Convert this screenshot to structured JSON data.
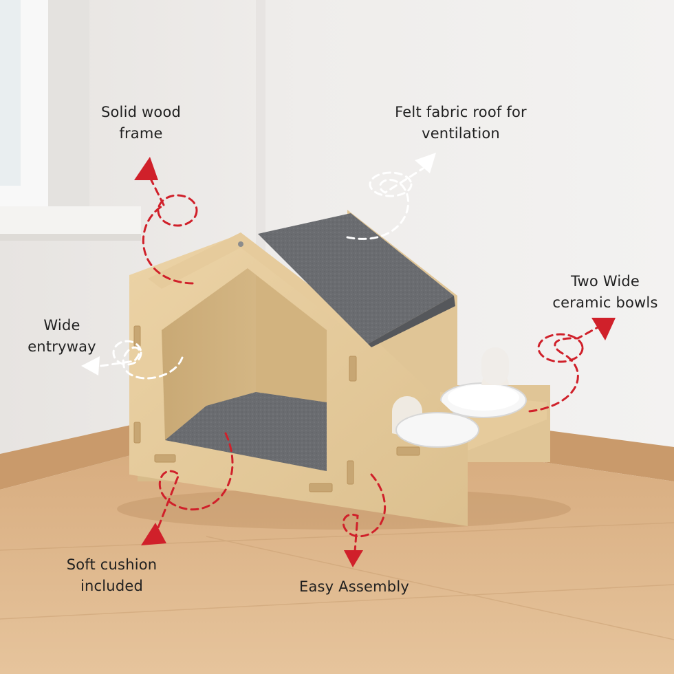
{
  "annotations": {
    "wood_frame": [
      "Solid wood",
      "frame"
    ],
    "felt_roof": [
      "Felt fabric roof for",
      "ventilation"
    ],
    "bowls": [
      "Two Wide",
      "ceramic bowls"
    ],
    "entryway": [
      "Wide",
      "entryway"
    ],
    "cushion": [
      "Soft cushion",
      "included"
    ],
    "assembly": [
      "Easy Assembly"
    ]
  },
  "colors": {
    "arrow_red": "#d0202a",
    "arrow_white": "#ffffff",
    "wood": "#e3c89a",
    "felt": "#6d6f73",
    "wall": "#efedeb",
    "floor": "#d9b184"
  }
}
